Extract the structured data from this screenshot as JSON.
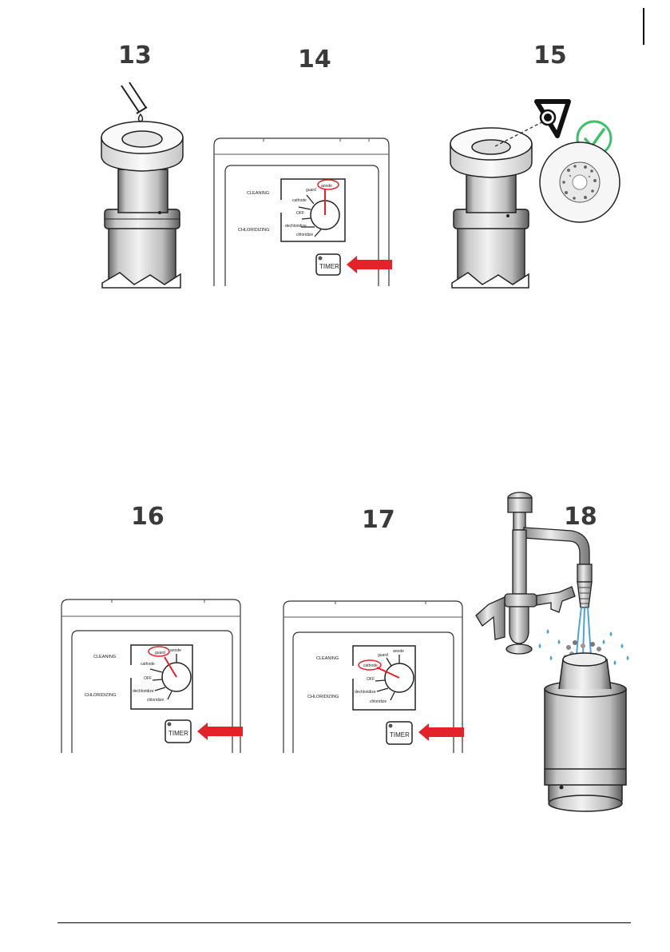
{
  "steps": [
    {
      "number": "13"
    },
    {
      "number": "14",
      "panel": {
        "cleaning": "CLEANING",
        "chloridizing": "CHLORIDIZING",
        "dial": [
          "anode",
          "guard",
          "cathode",
          "OFF",
          "dechloridize",
          "chloridize"
        ],
        "highlight": "anode",
        "button": "TIMER"
      }
    },
    {
      "number": "15"
    },
    {
      "number": "16",
      "panel": {
        "cleaning": "CLEANING",
        "chloridizing": "CHLORIDIZING",
        "dial": [
          "anode",
          "guard",
          "cathode",
          "OFF",
          "dechloridize",
          "chloridize"
        ],
        "highlight": "guard",
        "button": "TIMER"
      }
    },
    {
      "number": "17",
      "panel": {
        "cleaning": "CLEANING",
        "chloridizing": "CHLORIDIZING",
        "dial": [
          "anode",
          "guard",
          "cathode",
          "OFF",
          "dechloridize",
          "chloridize"
        ],
        "highlight": "cathode",
        "button": "TIMER"
      }
    },
    {
      "number": "18"
    }
  ],
  "colors": {
    "accent_red": "#e3222a",
    "check_green": "#3cc06a",
    "water_blue": "#4aa3d8"
  }
}
